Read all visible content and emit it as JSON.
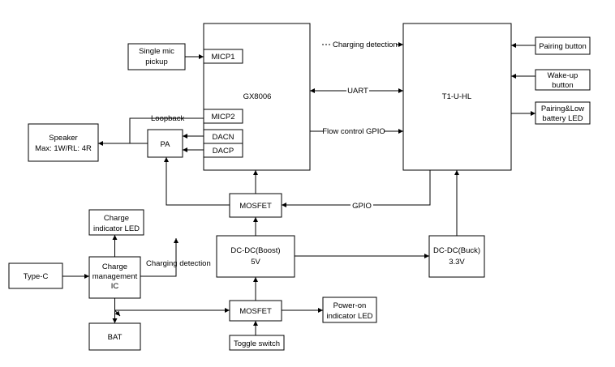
{
  "blocks": {
    "single_mic": [
      "Single mic",
      "pickup"
    ],
    "micp1": "MICP1",
    "micp2": "MICP2",
    "dacn": "DACN",
    "dacp": "DACP",
    "gx8006": "GX8006",
    "t1": "T1-U-HL",
    "speaker": [
      "Speaker",
      "Max: 1W/RL: 4R"
    ],
    "pa": "PA",
    "pairing_button": "Pairing button",
    "wakeup_button": [
      "Wake-up",
      "button"
    ],
    "pairing_led": [
      "Pairing&Low",
      "battery LED"
    ],
    "mosfet_top": "MOSFET",
    "charge_led": [
      "Charge",
      "indicator LED"
    ],
    "dcdc_boost": [
      "DC-DC(Boost)",
      "5V"
    ],
    "dcdc_buck": [
      "DC-DC(Buck)",
      "3.3V"
    ],
    "typec": "Type-C",
    "charge_ic": [
      "Charge",
      "management",
      "IC"
    ],
    "mosfet_bottom": "MOSFET",
    "power_led": [
      "Power-on",
      "indicator LED"
    ],
    "bat": "BAT",
    "toggle": "Toggle switch"
  },
  "labels": {
    "charging_detection_top": "Charging detection",
    "uart": "UART",
    "flow_control": "Flow control GPIO",
    "loopback": "Loopback",
    "gpio": "GPIO",
    "charging_detection_bottom": "Charging detection"
  }
}
